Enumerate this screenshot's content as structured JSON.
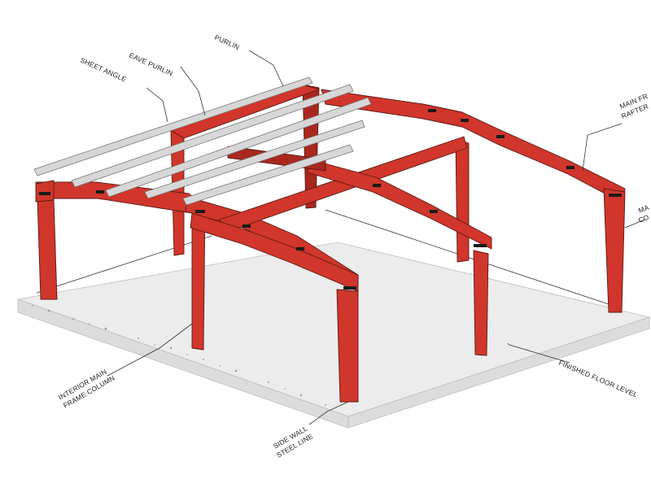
{
  "labels": {
    "purlin": "PURLIN",
    "eave_purlin": "EAVE PURLIN",
    "sheet_angle": "SHEET ANGLE",
    "main_frame_rafter_1": "MAIN FR",
    "main_frame_rafter_2": "RAFTER",
    "main_frame_column_1": "MA",
    "main_frame_column_2": "CO",
    "interior_column_1": "INTERIOR MAIN",
    "interior_column_2": "FRAME COLUMN",
    "finished_floor_level": "FINISHED FLOOR LEVEL",
    "side_wall_1": "SIDE WALL",
    "side_wall_2": "STEEL LINE"
  },
  "colors": {
    "frame_red": "#d0362b",
    "frame_dark": "#a8281f",
    "purlin_grey": "#d7d7d7",
    "slab_grey": "#ececec",
    "slab_edge": "#dcdcdc"
  }
}
